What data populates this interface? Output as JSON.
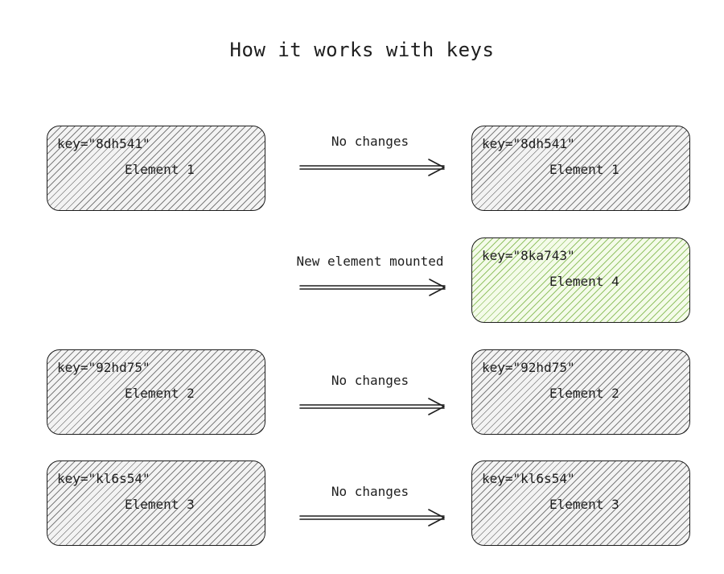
{
  "title": "How it works with keys",
  "left": [
    {
      "key": "key=\"8dh541\"",
      "label": "Element 1"
    },
    {
      "key": "key=\"92hd75\"",
      "label": "Element 2"
    },
    {
      "key": "key=\"kl6s54\"",
      "label": "Element 3"
    }
  ],
  "right": [
    {
      "key": "key=\"8dh541\"",
      "label": "Element 1"
    },
    {
      "key": "key=\"8ka743\"",
      "label": "Element 4"
    },
    {
      "key": "key=\"92hd75\"",
      "label": "Element 2"
    },
    {
      "key": "key=\"kl6s54\"",
      "label": "Element 3"
    }
  ],
  "arrows": [
    {
      "label": "No changes"
    },
    {
      "label": "New element mounted"
    },
    {
      "label": "No changes"
    },
    {
      "label": "No changes"
    }
  ],
  "colors": {
    "stroke": "#1e1e1e",
    "hatch_gray": "#1e1e1e",
    "hatch_green": "#74b03c"
  }
}
